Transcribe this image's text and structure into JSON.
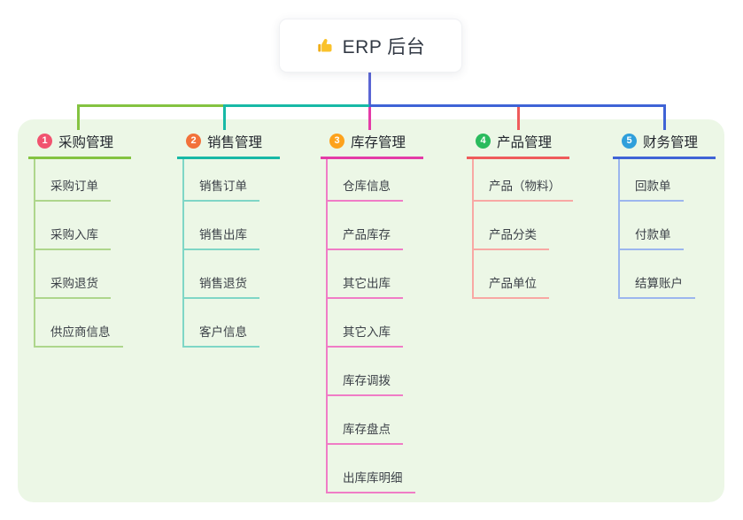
{
  "root": {
    "label": "ERP 后台",
    "icon": "thumbs-up-icon"
  },
  "branches": [
    {
      "index": "1",
      "label": "采购管理",
      "badge_color": "#f1536f",
      "line_color": "#84c341",
      "child_line_color": "#aed68c",
      "children": [
        "采购订单",
        "采购入库",
        "采购退货",
        "供应商信息"
      ]
    },
    {
      "index": "2",
      "label": "销售管理",
      "badge_color": "#f2713a",
      "line_color": "#17b9a6",
      "child_line_color": "#7fd6c6",
      "children": [
        "销售订单",
        "销售出库",
        "销售退货",
        "客户信息"
      ]
    },
    {
      "index": "3",
      "label": "库存管理",
      "badge_color": "#fda21c",
      "line_color": "#e43ba7",
      "child_line_color": "#f07cc6",
      "children": [
        "仓库信息",
        "产品库存",
        "其它出库",
        "其它入库",
        "库存调拨",
        "库存盘点",
        "出库库明细"
      ]
    },
    {
      "index": "4",
      "label": "产品管理",
      "badge_color": "#2abb5d",
      "line_color": "#ef5b5b",
      "child_line_color": "#f8a8a4",
      "children": [
        "产品（物料）",
        "产品分类",
        "产品单位"
      ]
    },
    {
      "index": "5",
      "label": "财务管理",
      "badge_color": "#2f9fdb",
      "line_color": "#3f63d6",
      "child_line_color": "#9cb6ee",
      "children": [
        "回款单",
        "付款单",
        "结算账户"
      ]
    }
  ],
  "colors": {
    "panel_bg": "#ecf7e6",
    "root_line": "#5b66d4",
    "node_bg": "#ffffff"
  }
}
